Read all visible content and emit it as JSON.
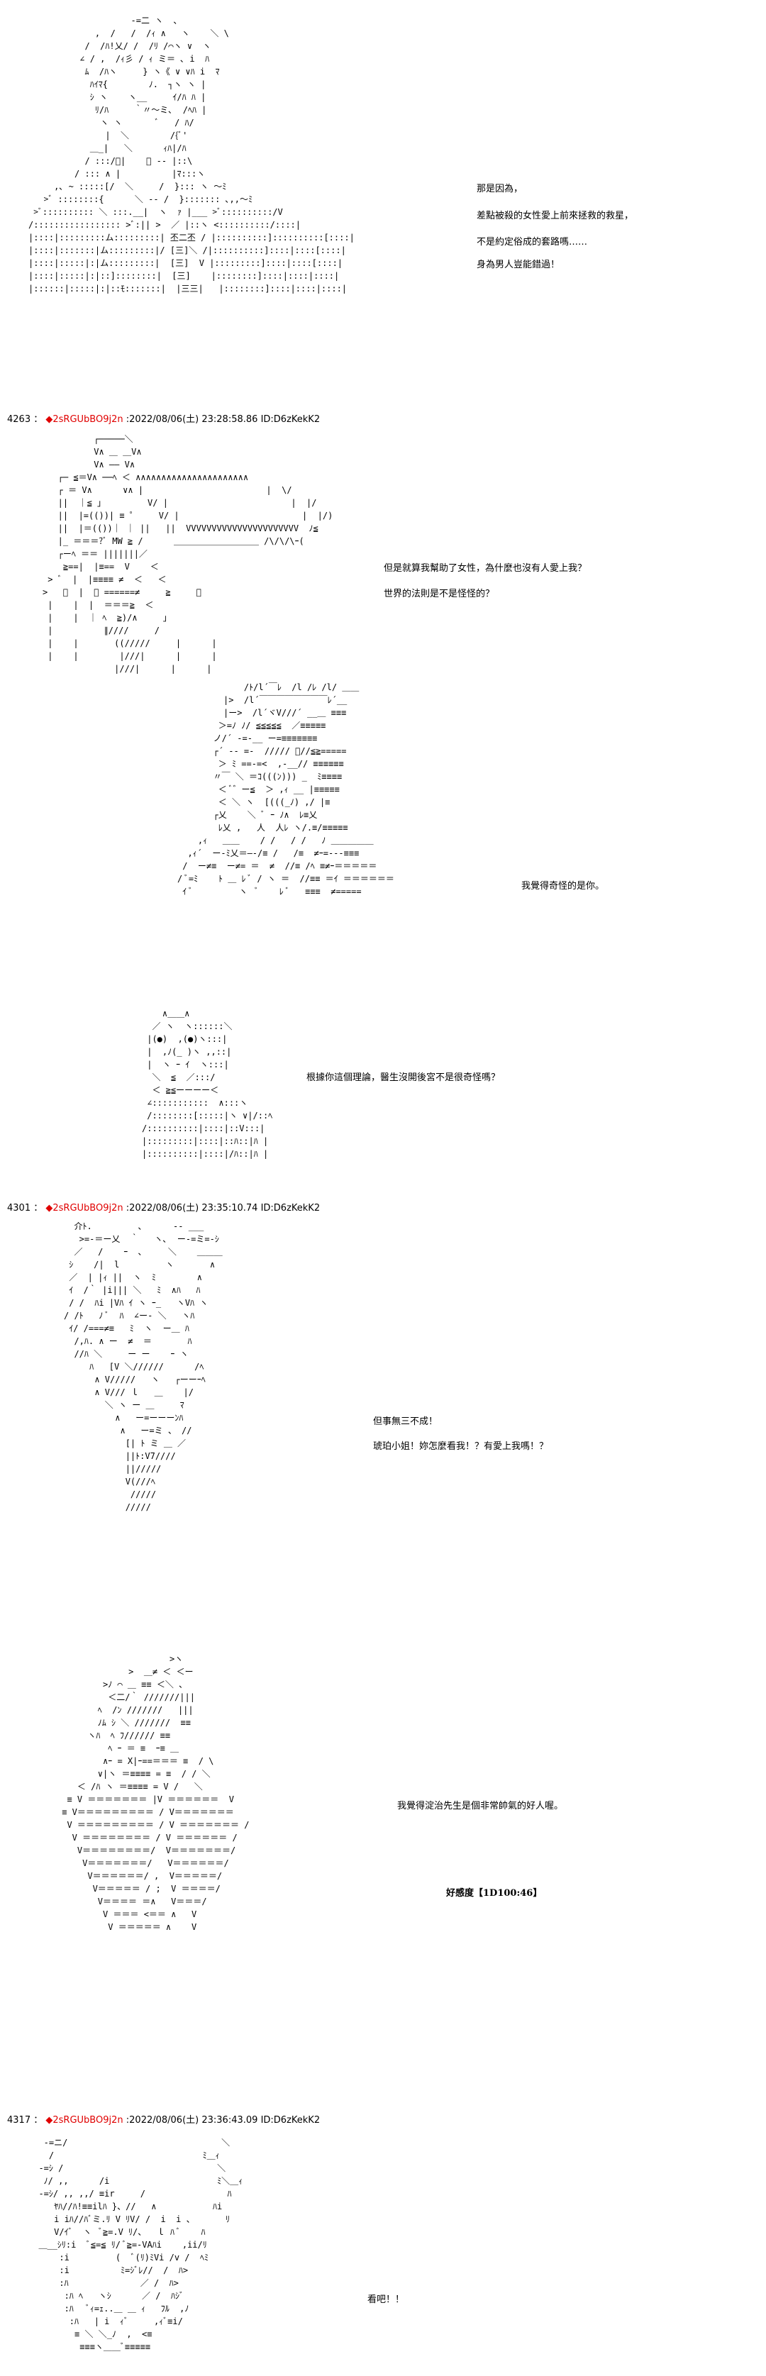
{
  "posts": [
    {
      "number": "4263",
      "separator": "：",
      "trip_mark": "◆",
      "trip": "2sRGUbBO9j2n",
      "datetime": ":2022/08/06(土) 23:28:58.86",
      "id": "ID:D6zKekK2"
    },
    {
      "number": "4301",
      "separator": "：",
      "trip_mark": "◆",
      "trip": "2sRGUbBO9j2n",
      "datetime": ":2022/08/06(土) 23:35:10.74",
      "id": "ID:D6zKekK2"
    },
    {
      "number": "4317",
      "separator": "：",
      "trip_mark": "◆",
      "trip": "2sRGUbBO9j2n",
      "datetime": ":2022/08/06(土) 23:36:43.09",
      "id": "ID:D6zKekK2"
    }
  ],
  "dialogue": {
    "scene1": [
      "那是因為，",
      "差點被殺的女性愛上前來拯救的救星，",
      "不是約定俗成的套路嗎……",
      "身為男人豈能錯過！"
    ],
    "scene2": [
      "但是就算我幫助了女性，為什麼也沒有人愛上我？",
      "世界的法則是不是怪怪的？"
    ],
    "scene3": [
      "我覺得奇怪的是你。"
    ],
    "scene4": [
      "根據你這個理論，醫生沒開後宮不是很奇怪嗎？"
    ],
    "scene5": [
      "但事無三不成！",
      "琥珀小姐！妳怎麼看我！？有愛上我嗎！？"
    ],
    "scene6": [
      "我覺得淀治先生是個非常帥氣的好人喔。"
    ],
    "dice": "好感度【1D100:46】",
    "scene7": [
      "看吧！！"
    ]
  },
  "art": {
    "fig1": "                    -=二 ヽ  ､\n             ,  /   /  /ｨ ∧   ヽ    ＼ \\\n           /  /ﾊ!乂/ /  /ﾘ /⌒ヽ ∨  ヽ\n          ∠ / ,  /ｨ彡 / ｨ ミ＝ ､ i  ﾊ\n           ﾑ  /ﾊヽ     } ヽ《 ∨ ∨ﾊ i  ﾏ\n            ﾊｲﾏ{        ﾉ.  ┐ヽ ヽ |\n            ｼ ヽ    ヽ__     ｲ/ﾊ ﾊ |\n             ﾘ/ﾊ     ｀〃～ミ､  /ﾍﾊ |\n              ヽ ヽ       ﾞ   / ﾊ/\n               |  ＼        /{ﾞ'\n            ＿_|   ＼      ｨﾊ|/ﾊ\n           / :::/ﾞ|    ＼ -- |::\\\n         / ::: ∧ |          |ﾏ:::ヽ\n     ,､ ~ :::::[/  ＼     /  }::: ヽ ～ﾐ\n   >ﾞ ::::::::{      ＼ -- /  }::::::: ､,,～ﾐ\n >ﾞ:::::::::: ＼ :::.__|  ヽ  ｧ |___ >ﾞ::::::::::/V\n/::::::::::::::::: >ﾞ:|| >  ／ |::ヽ <::::::::::/::::|\n|::::|:::::::::ム:::::::::| 丕二丕 / |::::::::::]::::::::::[::::|\n|::::|:::::::|ム:::::::::|/ [三]＼ /|::::::::::]::::|::::[::::|\n|::::|:::::|:|ム:::::::::|  [三]  V |:::::::::]::::|::::[::::|\n|::::|:::::|:|::]::::::::|  [三]    |::::::::]::::|::::|::::|\n|::::::|:::::|:|::ﾓ:::::::|  |三三|   |::::::::]::::|::::|::::|",
    "fig2": "          ┌─────＼\n          V∧ ＿ ＿V∧\n          V∧ ―― V∧\n   ┌─ ≦＝V∧ ──ﾍ ＜ ∧∧∧∧∧∧∧∧∧∧∧∧∧∧∧∧∧∧∧∧∧∧\n   ┌ ＝ V∧      ∨∧ |                        |  \\/\n   ||  ｜≦ ｣         V/ |                        |  |/\n   ||  |=(())| ≡ ゜    V/ |                        |  |/)\n   ||  |＝(())｜ ｜ ||   ||  VVVVVVVVVVVVVVVVVVVVVV  ﾉ≦\n   |_ ＝＝＝?ﾞ MW ≧ /      ＿＿＿＿＿＿＿＿＿＿ /\\/\\/\\ｰ(\n   ┌ーﾍ ＝＝ |||||||／\n    ≧==|  |≡==  V    ＜\n > ﾞ  |  |≡≡≡≡ ≠  ＜   ＜\n>   ﾞ  |  ｜ ======≠     ≧     ＜\n |    |  |  ＝＝＝≧  ＜\n |    |  ｜ ﾍ  ≧)/∧     ｣\n |          ∥////     /\n |    |       ((/////     |      |\n |    |        |///|      |      |\n              |///|      |      |",
    "fig3": "             /ﾄ/l´￣ﾚ  /l /ﾚ /l/ ＿＿\n         |>  /l´￣￣￣￣￣￣￣￣ﾚ´__\n         |ー>  /l´ヾV///´ __＿ ≡≡≡\n        ＞=ﾉ ﾉ/ ≦≦≦≦≦  ／≡≡≡≡≡\n       ノ/´ -=-__ ー=≡≡≡≡≡≡≡\n       ┌´ -- =-  ///// ﾟ//≦≧=====\n        ＞ ﾐ ==-=<  ,-__// ≡≡≡≡≡≡\n       〃￣ ＼ ＝ｺ(((ﾝ))) _  ﾐ≡≡≡≡\n        ＜ ﾞ゛ー≦  ＞ ,ｨ __ |≡≡≡≡≡\n        ＜ ＼ ヽ  [(((_ﾉ) ,/ |≡\n       ┌乂    ＼ ﾞ ｰ ﾉ∧  ﾚ≡乂\n        ﾚ乂 ,   人  人ﾚ ヽ/.≡/≡≡≡≡≡\n    ,ｨ   ＿＿    / /   / /   ﾉ ＿＿＿＿＿\n  ,ｨ´  ー-ﾐ乂＝―-/≡ /   /≡  ≠ｰ=---≡≡≡\n /  ー≠≡  ー≠= ＝  ≠  //≡ /ﾍ ≡≠ｰ＝＝＝＝＝\n/ ﾞ=ﾐ    ﾄ ＿ ﾚ ﾞ / ヽ ＝  //≡≡ ＝ｲ ＝＝＝＝＝＝\n ｲ ﾞ         ヽ  ﾞ    ﾚ ﾞ   ≡≡≡  ≠=====",
    "fig4": "    ∧＿＿∧\n  ／ ヽ  ヽ::::::＼\n |(●)  ,(●)ヽ:::|\n |  ,ﾉ(_ )ヽ ,,::|\n |  ヽ ｰ ｲ  ヽ:::|\n  ＼  ≦  ／:::/\n  ＜ ≧≦ーーーー＜\n ∠:::::::::::  ∧:::ヽ\n /::::::::[:::::|ヽ ∨|/::ﾍ\n/::::::::::|::::|::V:::|\n|:::::::::|::::|::ﾊ::|ﾊ |\n|::::::::::|::::|/ﾊ::|ﾊ |",
    "fig5": "  介ﾄ.         ､      ‐- ___\n   >=-＝ー乂  ｀   ヽ､  ー-=ミ=-ｼ\n  ／   /    ｰ  ､     ＼    ＿＿＿\n ｼ    /|  l         ヽ       ∧\n ／  | |ｨ ||  ヽ  ﾐ        ∧\n ｲ  /｀ |i||| ＼   ﾐ  ∧ﾊ   ﾊ\n / /  ﾊi |Vﾊ ｲ ヽ ｰ_   ヽVﾊ ヽ \n/ /ﾄ   ﾉ ﾞ  ﾊ  ∠ー- ＼   ヽﾊ\n ｲ/ /===≠≡   ﾐ  ヽ  ー＿ ﾊ\n  /,ﾊ. ∧ ー  ≠  ＝       ﾊ\n  //ﾊ ＼     ー ー    ｰ ヽ\n     ﾊ   [V ＼//////      /ﾍ\n      ∧ V/////   ヽ   ┌ーーｰﾍ\n      ∧ V/// ｌ   ＿    |/\n        ＼ ヽ ー ＿     ﾏ\n          ∧   ー=ーーーﾝﾊ\n           ∧   ー=ミ 、 //\n            [| ﾄ ミ ＿ ／\n            ||ﾄ:V7////\n            ||/////\n            V(///ﾍ\n             ///// \n            /////",
    "fig6": "                      >ヽ\n              >  ＿≠ ＜ ＜ー\n         >ﾉ ⌒ ＿ ≡≡ ＜＼ 、\n          ＜二/｀ ///////|||\n        ﾍ  /ﾝ ///////   |||\n        ﾉﾑ ｼ ＼ ///////  ≡≡\n      ヽﾊ  ﾍ ﾌ////// ≡≡\n          ﾍ ｰ ＝ ≡  ｰ≡ ＿\n         ∧ｰ = X|ｰ==＝＝＝ ≡  / \\\n        ∨|ヽ ＝≡≡≡≡ = ≡  / / ＼\n    ＜ /ﾊ ヽ ＝≡≡≡≡ = V /   ＼\n  ≡ V ＝＝＝＝＝＝＝ |V ＝＝＝＝＝＝  V\n ≡ V＝＝＝＝＝＝＝＝＝ / V＝＝＝＝＝＝＝\n  V ＝＝＝＝＝＝＝＝＝ / V ＝＝＝＝＝＝＝ /\n   V ＝＝＝＝＝＝＝＝ / V ＝＝＝＝＝＝ /\n    V＝＝＝＝＝＝＝＝/  V＝＝＝＝＝＝＝/\n     V＝＝＝＝＝＝＝/   V＝＝＝＝＝＝/\n      V＝＝＝＝＝＝/ ,  V＝＝＝＝＝/\n       V＝＝＝＝＝ / ;  V ＝＝＝＝/\n        V＝＝＝＝ ＝∧   V＝＝＝/\n         V ＝＝＝ <＝＝ ∧   V\n          V ＝＝＝＝＝ ∧    V",
    "fig7": "   -=ニ/                              ＼\n    /                             ﾐ＿ｨ\n  -=ｼ /                              ＼\n   ﾉ/ ,,      /i                     ﾐ＼＿ｨ\n  -=ｼ/ ,, ,,/ ≡ir     /                ﾊ\n     ﾔﾊ//ﾊ!≡≡ilﾊ }、//   ∧           ﾊi\n     i iﾊ//ﾊﾞミ.ﾘ V ﾘV/ /  i  i 、      ﾘ\n     V/ｲﾞ  ヽ  ﾞ≧=.V ﾘ/、  ｌ ﾊ ﾞ    ﾊ\n  ＿__ｼﾘ:i  ﾞ≦=≦ ﾘ/ ﾞ≧=-VAﾊi    ,ii/ﾘ\n      :i         (  ﾞ(ﾘ)ﾐVi /v /  ﾍﾐ\n      :i          ﾐ=ｼﾞﾚ//  /  ﾊ>\n      :ﾊ              ／ /  ﾊ>\n       :ﾊ ﾍ   ヽｼ      ／ /  ﾊｼﾞ\n       :ﾊ   ﾞｨ=ｪ..＿ ＿ ｨ   ﾌﾙ  ,ﾉ\n        :ﾊ   | i  ｨﾞ     ,ｨﾞ≡i/\n         ≡ ＼ ＼_ﾉ  ,  <≡\n          ≡≡≡ヽ＿＿ﾞ≡≡≡≡≡"
  },
  "colors": {
    "trip": "#e00000",
    "text": "#000000",
    "background": "#ffffff"
  }
}
